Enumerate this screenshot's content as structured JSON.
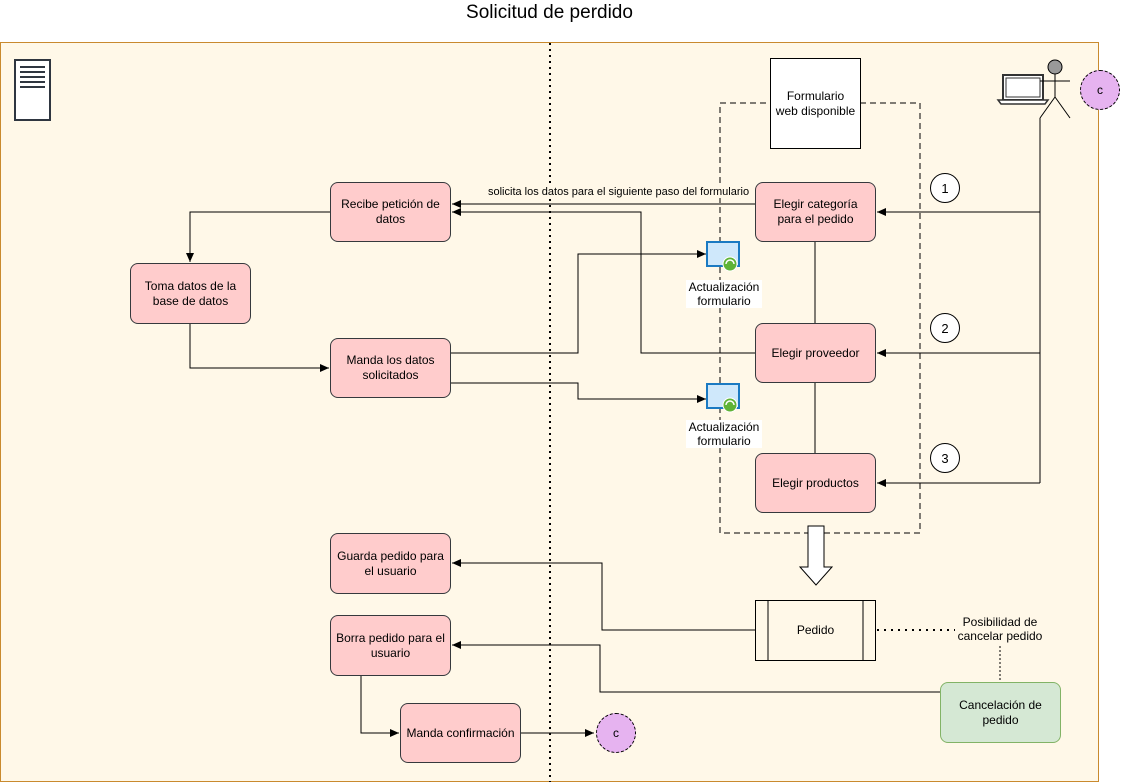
{
  "title": "Solicitud de perdido",
  "nodes": {
    "recibe": "Recibe petición de datos",
    "toma": "Toma datos de la base de datos",
    "manda": "Manda los datos solicitados",
    "formulario": "Formulario web disponible",
    "categoria": "Elegir categoría para el pedido",
    "proveedor": "Elegir proveedor",
    "productos": "Elegir productos",
    "guarda": "Guarda pedido para el usuario",
    "borra": "Borra pedido para el usuario",
    "confirmacion": "Manda confirmación",
    "pedido": "Pedido",
    "cancelacion": "Cancelación de pedido",
    "posibilidad": "Posibilidad de cancelar pedido",
    "actualizacion_1": "Actualización formulario",
    "actualizacion_2": "Actualización formulario"
  },
  "edge_label": "solicita los datos para el siguiente paso del formulario",
  "steps": [
    "1",
    "2",
    "3"
  ],
  "connector_label": "c",
  "icons": [
    "server-icon",
    "laptop-icon",
    "user-icon",
    "form-update-icon"
  ],
  "colors": {
    "process_fill": "#ffcccc",
    "cancel_fill": "#d5e8d4",
    "connector_fill": "#e6b3f0",
    "lane_fill": "#fff8e8",
    "lane_border": "#c98a2e"
  }
}
